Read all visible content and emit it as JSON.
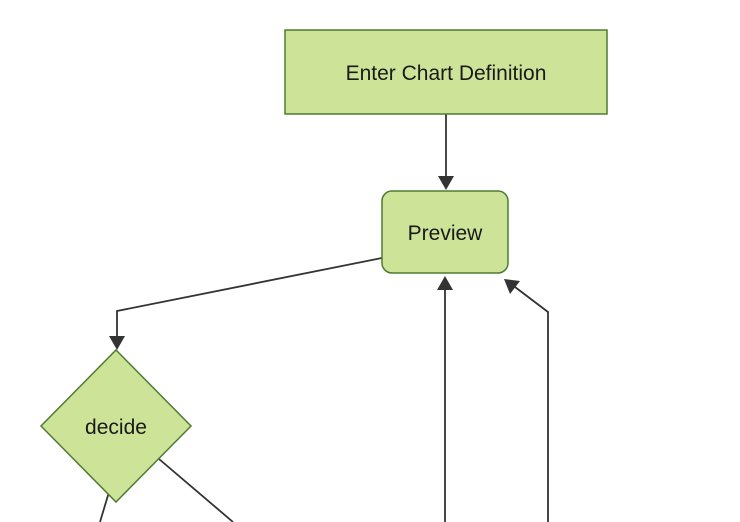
{
  "diagram": {
    "type": "flowchart",
    "direction": "top-down",
    "background_color": "#ffffff",
    "theme": {
      "node_fill": "#cde498",
      "node_stroke": "#4e7b32",
      "edge_color": "#333333",
      "label_color": "#1a1a1a"
    },
    "nodes": [
      {
        "id": "enter-chart-definition",
        "label": "Enter Chart Definition",
        "shape": "rectangle"
      },
      {
        "id": "preview",
        "label": "Preview",
        "shape": "rounded-rectangle"
      },
      {
        "id": "decide",
        "label": "decide",
        "shape": "diamond"
      }
    ],
    "edges": [
      {
        "from": "enter-chart-definition",
        "to": "preview",
        "style": "arrow"
      },
      {
        "from": "preview",
        "to": "decide",
        "style": "arrow",
        "path": "elbow-left-down"
      },
      {
        "from": "decide",
        "to": "offscreen-bottom-left",
        "style": "line"
      },
      {
        "from": "decide",
        "to": "offscreen-bottom-right",
        "style": "line"
      },
      {
        "from": "offscreen-bottom",
        "to": "preview",
        "style": "arrow",
        "path": "vertical"
      },
      {
        "from": "offscreen-bottom-right",
        "to": "preview",
        "style": "arrow",
        "path": "vertical-then-diagonal"
      }
    ]
  }
}
